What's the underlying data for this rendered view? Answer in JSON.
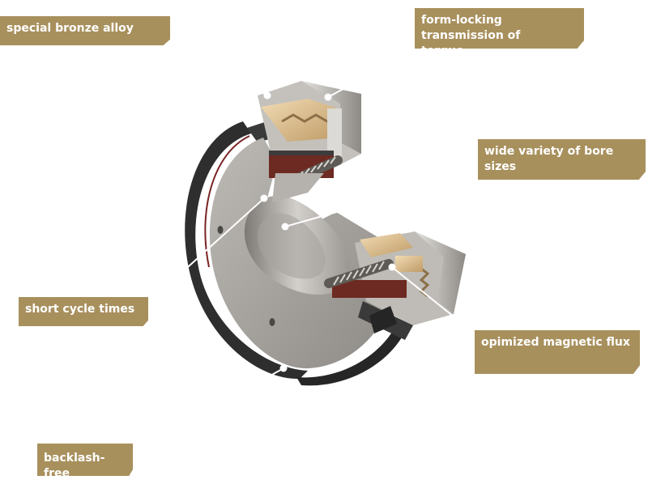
{
  "callouts": {
    "special_bronze_alloy": "special bronze alloy",
    "form_locking": "form-locking transmission of torque",
    "wide_variety_bore": "wide variety of bore sizes",
    "short_cycle_times": "short cycle times",
    "optimized_magnetic_flux": "opimized magnetic flux",
    "backlash_free": "backlash-free"
  },
  "colors": {
    "label_background": "#a8905d",
    "label_text": "#ffffff",
    "leader_line": "#ffffff",
    "bronze": "#d8b786",
    "steel": "#c8c5c0",
    "coil_copper": "#8a3f33",
    "housing_dark": "#2e2e2e"
  }
}
